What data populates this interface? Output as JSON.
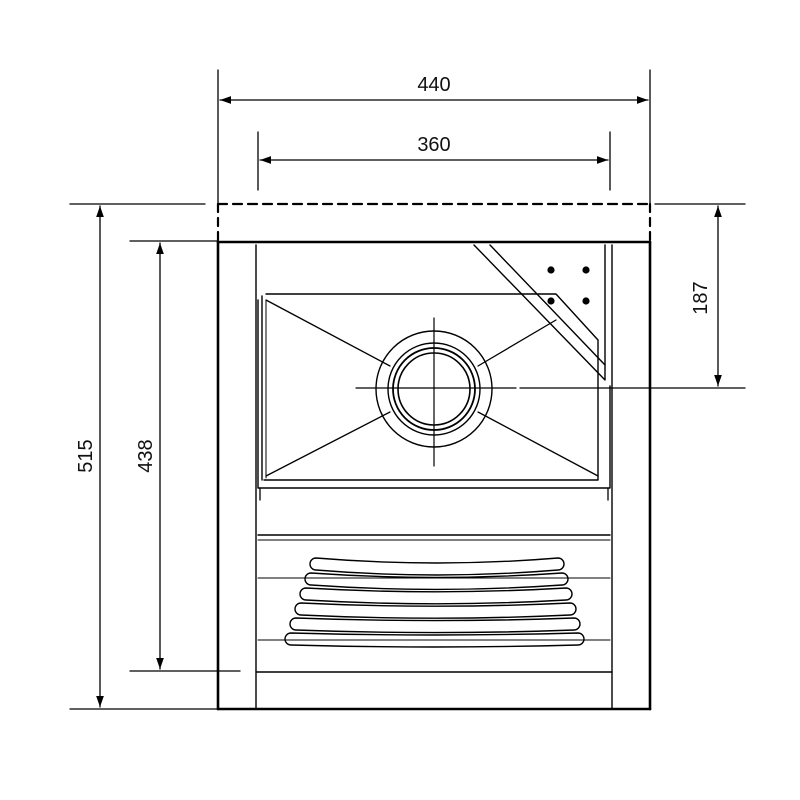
{
  "colors": {
    "line": "#000000",
    "background": "#ffffff"
  },
  "dimensions": {
    "overall_width": "440",
    "inner_width": "360",
    "overall_height": "515",
    "inner_height": "438",
    "drain_offset": "187"
  }
}
